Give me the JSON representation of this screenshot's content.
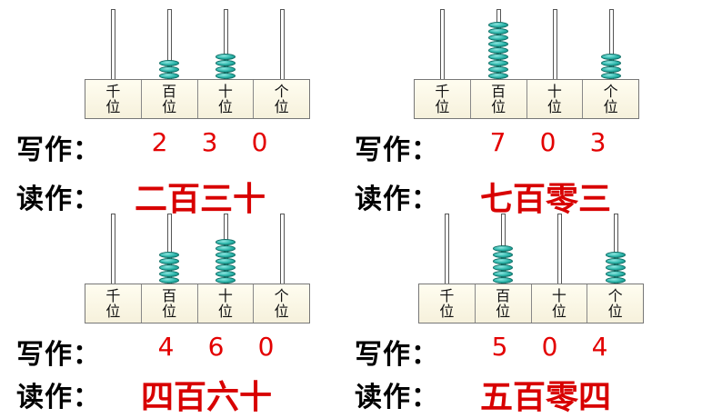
{
  "place_labels": [
    "千位",
    "百位",
    "十位",
    "个位"
  ],
  "write_label": "写作：",
  "read_label": "读作：",
  "bead_color": "#2bb5aa",
  "problems": [
    {
      "beads": [
        0,
        3,
        4,
        0
      ],
      "written": [
        "2",
        "3",
        "0"
      ],
      "reading": "二百三十"
    },
    {
      "beads": [
        0,
        9,
        0,
        4
      ],
      "written": [
        "7",
        "0",
        "3"
      ],
      "reading": "七百零三"
    },
    {
      "beads": [
        0,
        5,
        7,
        0
      ],
      "written": [
        "4",
        "6",
        "0"
      ],
      "reading": "四百六十"
    },
    {
      "beads": [
        0,
        6,
        0,
        5
      ],
      "written": [
        "5",
        "0",
        "4"
      ],
      "reading": "五百零四"
    }
  ]
}
